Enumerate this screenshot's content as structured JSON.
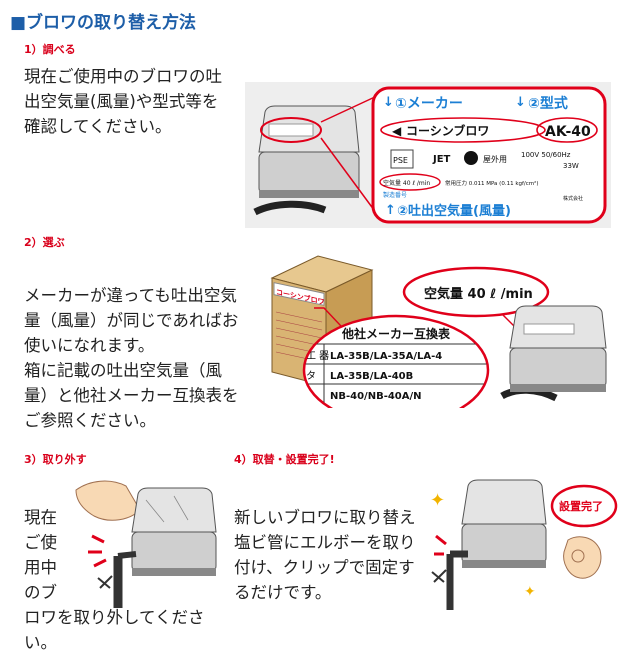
{
  "section_title": "■ブロワの取り替え方法",
  "steps": [
    {
      "heading": "1）調べる",
      "lines": [
        "現在ご使用中のブロワの吐",
        "出空気量(風量)や型式等を",
        "確認してください。"
      ]
    },
    {
      "heading": "2）選ぶ",
      "lines": [
        "メーカーが違っても吐出空気",
        "量（風量）が同じであればお",
        "使いになれます。",
        "箱に記載の吐出空気量（風",
        "量）と他社メーカー互換表を",
        "ご参照ください。"
      ]
    },
    {
      "heading": "3）取り外す",
      "lines": [
        "現在",
        "ご使",
        "用中",
        "のブ",
        "ロワを取り外してくださ",
        "い。"
      ]
    },
    {
      "heading": "4）取替・設置完了!",
      "lines": [
        "新しいブロワに取り替え",
        "塩ビ管にエルボーを取り",
        "付け、クリップで固定す",
        "るだけです。"
      ]
    }
  ],
  "label_card": {
    "maker_callout": "①メーカー",
    "model_callout": "②型式",
    "brand": "コーシンブロワ",
    "model": "AK-40",
    "pse": "PSE",
    "jet": "JET",
    "outdoor": "屋外用",
    "voltage": "100V  50/60Hz",
    "watt": "33W",
    "air_flow_row": "空気量  40 ℓ /min",
    "pressure_row": "常用圧力  0.011 MPa (0.11 kgf/cm²)",
    "serial": "製造番号",
    "company": "株式会社",
    "flow_callout": "②吐出空気量(風量)"
  },
  "select_illus": {
    "box_brand": "コーシンブロワ",
    "bubble": "空気量  40 ℓ /min",
    "table_title": "他社メーカー互換表",
    "table_rows": [
      {
        "maker": "工 器",
        "models": "LA-35B/LA-35A/LA-4"
      },
      {
        "maker": "タ",
        "models": "LA-35B/LA-40B"
      },
      {
        "maker": "",
        "models": "NB-40/NB-40A/N"
      }
    ]
  },
  "done_badge": "設置完了",
  "colors": {
    "title": "#1d5ea8",
    "step_heading": "#d9001b",
    "callout": "#1c7fd4",
    "accent_red": "#e0001a"
  }
}
